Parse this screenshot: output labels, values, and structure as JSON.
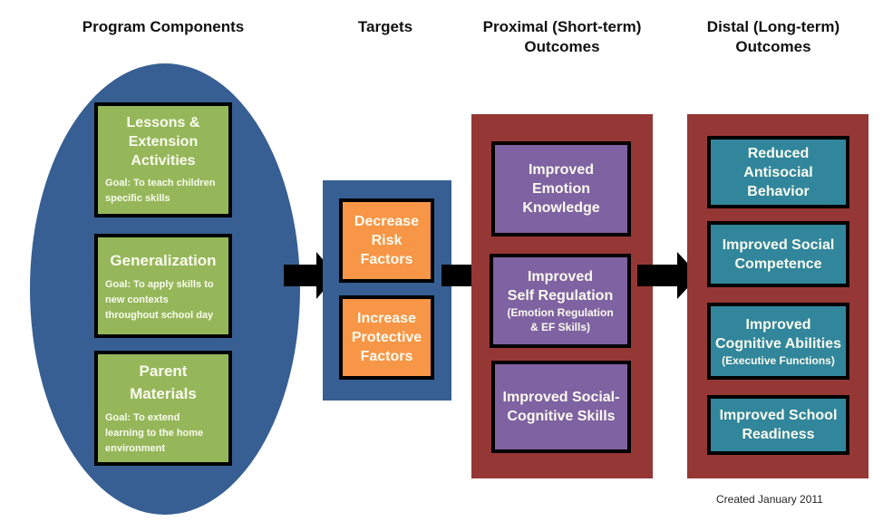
{
  "headers": {
    "program_components": "Program Components",
    "targets": "Targets",
    "proximal": [
      "Proximal (Short-term)",
      "Outcomes"
    ],
    "distal": [
      "Distal (Long-term)",
      "Outcomes"
    ]
  },
  "program_components": [
    {
      "title": [
        "Lessons &",
        "Extension",
        "Activities"
      ],
      "goal": [
        "Goal:  To teach children",
        "specific skills"
      ]
    },
    {
      "title": [
        "Generalization"
      ],
      "goal": [
        "Goal:  To apply skills to",
        "new contexts",
        "throughout school day"
      ]
    },
    {
      "title": [
        "Parent",
        "Materials"
      ],
      "goal": [
        "Goal:  To extend",
        "learning to the home",
        "environment"
      ]
    }
  ],
  "targets": [
    {
      "title": [
        "Decrease",
        "Risk",
        "Factors"
      ]
    },
    {
      "title": [
        "Increase",
        "Protective",
        "Factors"
      ]
    }
  ],
  "proximal_outcomes": [
    {
      "title": [
        "Improved",
        "Emotion",
        "Knowledge"
      ]
    },
    {
      "title": [
        "Improved",
        "Self Regulation"
      ],
      "sub": [
        "(Emotion Regulation",
        "& EF Skills)"
      ]
    },
    {
      "title": [
        "Improved Social-",
        "Cognitive Skills"
      ]
    }
  ],
  "distal_outcomes": [
    {
      "title": [
        "Reduced",
        "Antisocial",
        "Behavior"
      ]
    },
    {
      "title": [
        "Improved Social",
        "Competence"
      ]
    },
    {
      "title": [
        "Improved",
        "Cognitive Abilities"
      ],
      "sub": [
        "(Executive Functions)"
      ]
    },
    {
      "title": [
        "Improved School",
        "Readiness"
      ]
    }
  ],
  "colors": {
    "ellipse": "#375f93",
    "targets_panel": "#375f93",
    "outcome_panels": "#953735",
    "green_box": "#95b75a",
    "orange_box": "#f79646",
    "purple_box": "#7f62a1",
    "teal_box": "#31869b",
    "arrow": "#000000"
  },
  "footnote": "Created January 2011"
}
